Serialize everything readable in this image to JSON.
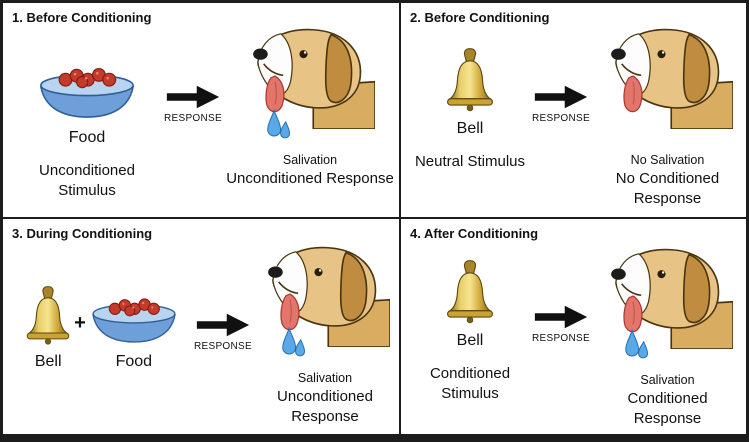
{
  "panels": [
    {
      "title": "1. Before Conditioning",
      "stimuli": [
        {
          "icon": "food-bowl-icon",
          "label": "Food"
        }
      ],
      "stimulus_type_label": "Unconditioned Stimulus",
      "arrow_label": "RESPONSE",
      "response_label": "Salivation",
      "response_type_label": "Unconditioned Response",
      "salivating": true
    },
    {
      "title": "2. Before Conditioning",
      "stimuli": [
        {
          "icon": "bell-icon",
          "label": "Bell"
        }
      ],
      "stimulus_type_label": "Neutral Stimulus",
      "arrow_label": "RESPONSE",
      "response_label": "No Salivation",
      "response_type_label": "No Conditioned Response",
      "salivating": false
    },
    {
      "title": "3. During Conditioning",
      "stimuli": [
        {
          "icon": "bell-icon",
          "label": "Bell"
        },
        {
          "icon": "food-bowl-icon",
          "label": "Food"
        }
      ],
      "stimuli_joiner": "+",
      "arrow_label": "RESPONSE",
      "response_label": "Salivation",
      "response_type_label": "Unconditioned Response",
      "salivating": true
    },
    {
      "title": "4. After Conditioning",
      "stimuli": [
        {
          "icon": "bell-icon",
          "label": "Bell"
        }
      ],
      "stimulus_type_label": "Conditioned Stimulus",
      "arrow_label": "RESPONSE",
      "response_label": "Salivation",
      "response_type_label": "Conditioned Response",
      "salivating": true
    }
  ],
  "colors": {
    "border_black": "#1c1c1c",
    "arrow_black": "#101010",
    "bell_gold": "#d9b13b",
    "bowl_blue": "#6f9fd8",
    "bowl_rim_blue": "#b9d4ee",
    "berry_red": "#c43a2c",
    "dog_tan": "#e7c485",
    "dog_ear_brown": "#c08c3f",
    "tongue_pink": "#e4756b",
    "drop_blue": "#5aa9e6"
  }
}
